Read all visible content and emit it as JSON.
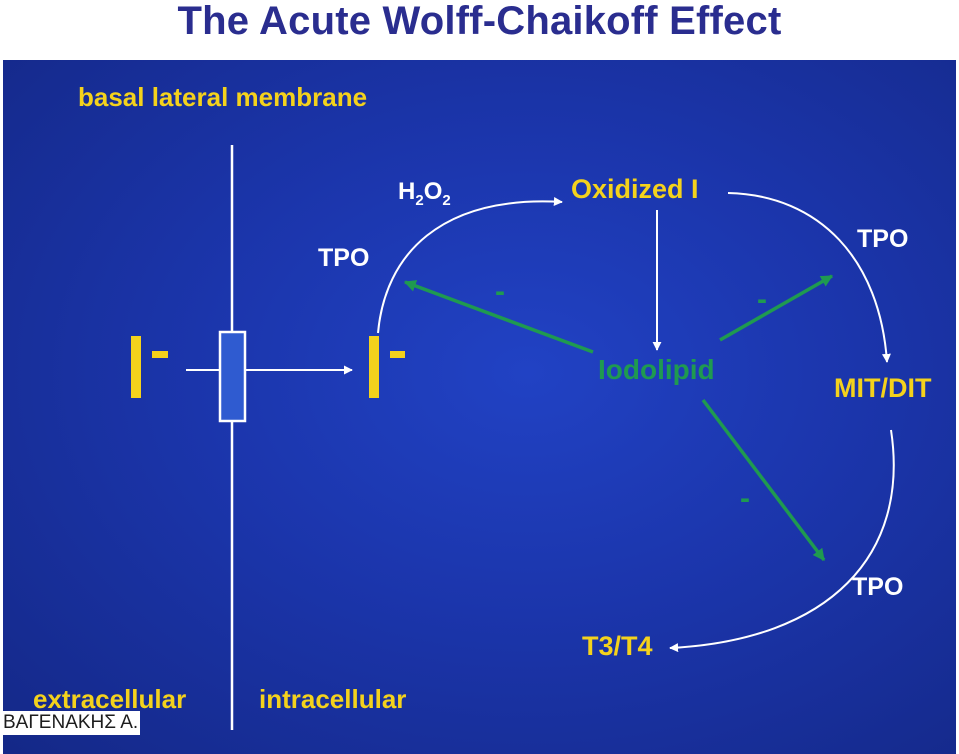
{
  "title": "The Acute Wolff-Chaikoff Effect",
  "labels": {
    "membrane": "basal lateral membrane",
    "extracellular": "extracellular",
    "intracellular": "intracellular",
    "iodide_symbol": "I",
    "iodide_charge": "-",
    "h2o2_h": "H",
    "h2o2_sub1": "2",
    "h2o2_o": "O",
    "h2o2_sub2": "2",
    "tpo": "TPO",
    "oxidized_i": "Oxidized I",
    "iodolipid": "Iodolipid",
    "mit_dit": "MIT/DIT",
    "t3_t4": "T3/T4",
    "inhibit_sign": "-"
  },
  "author": "ΒΑΓΕΝΑΚΗΣ Α.",
  "colors": {
    "title": "#2a2d8f",
    "background": "#1b35ab",
    "yellow": "#f4d21c",
    "white": "#ffffff",
    "green": "#1f9a50",
    "transporter": "#2f5bd0"
  }
}
